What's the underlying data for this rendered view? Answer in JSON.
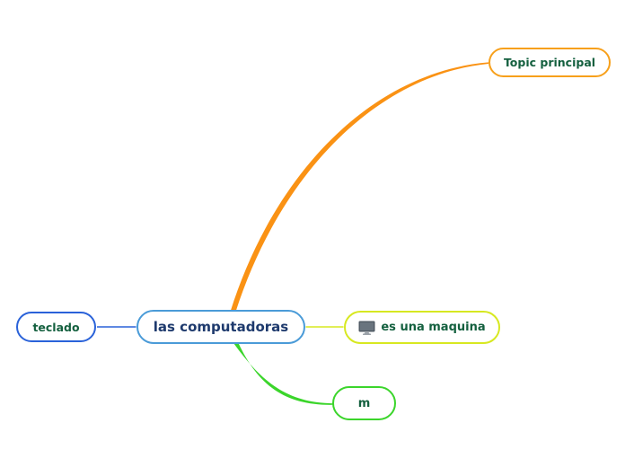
{
  "mindmap": {
    "background_color": "#ffffff",
    "root": {
      "label": "las computadoras",
      "border_color": "#4a9bd8",
      "text_color": "#1e3a6d"
    },
    "nodes": [
      {
        "id": "topic-principal",
        "label": "Topic principal",
        "border_color": "#f7a01b",
        "text_color": "#14603f"
      },
      {
        "id": "teclado",
        "label": "teclado",
        "border_color": "#2a62d9",
        "text_color": "#14603f"
      },
      {
        "id": "es-una-maquina",
        "label": "es una maquina",
        "icon": "computer-monitor-icon",
        "icon_color": "#5a646e",
        "border_color": "#d7e821",
        "text_color": "#14603f"
      },
      {
        "id": "m",
        "label": "m",
        "border_color": "#3bd52b",
        "text_color": "#14603f"
      }
    ],
    "connections": [
      {
        "from": "las computadoras",
        "to": "Topic principal",
        "shape": "curved-tapered",
        "color": "#fa9214"
      },
      {
        "from": "las computadoras",
        "to": "teclado",
        "shape": "straight",
        "color": "#2a62d9"
      },
      {
        "from": "las computadoras",
        "to": "es una maquina",
        "shape": "straight",
        "color": "#d7e821"
      },
      {
        "from": "las computadoras",
        "to": "m",
        "shape": "curved-tapered",
        "color": "#3bd52b"
      }
    ]
  }
}
